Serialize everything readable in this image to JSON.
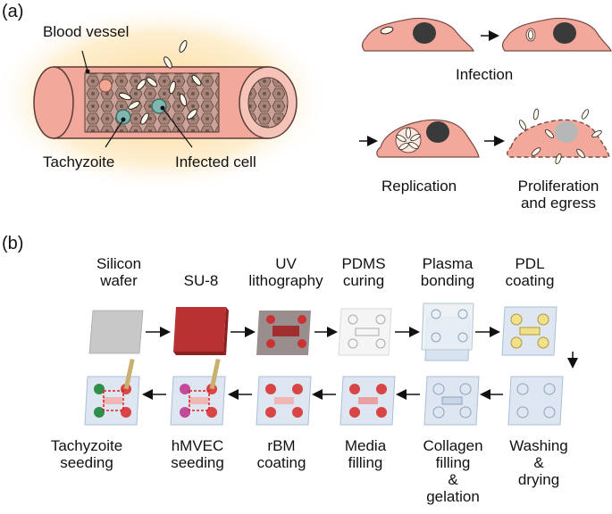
{
  "panel_a": {
    "tag": "(a)",
    "labels": {
      "blood_vessel": "Blood vessel",
      "tachyzoite": "Tachyzoite",
      "infected_cell": "Infected cell",
      "infection": "Infection",
      "replication": "Replication",
      "proliferation_line1": "Proliferation",
      "proliferation_line2": "and egress"
    }
  },
  "panel_b": {
    "tag": "(b)",
    "top_steps": [
      {
        "line1": "Silicon",
        "line2": "wafer"
      },
      {
        "line1": "",
        "line2": "SU-8"
      },
      {
        "line1": "UV",
        "line2": "lithography"
      },
      {
        "line1": "PDMS",
        "line2": "curing"
      },
      {
        "line1": "Plasma",
        "line2": "bonding"
      },
      {
        "line1": "PDL",
        "line2": "coating"
      }
    ],
    "bottom_steps": [
      {
        "line1": "Tachyzoite",
        "line2": "seeding",
        "line3": "",
        "line4": ""
      },
      {
        "line1": "hMVEC",
        "line2": "seeding",
        "line3": "",
        "line4": ""
      },
      {
        "line1": "rBM",
        "line2": "coating",
        "line3": "",
        "line4": ""
      },
      {
        "line1": "Media",
        "line2": "filling",
        "line3": "",
        "line4": ""
      },
      {
        "line1": "Collagen",
        "line2": "filling",
        "line3": "&",
        "line4": "gelation"
      },
      {
        "line1": "Washing",
        "line2": "&",
        "line3": "drying",
        "line4": ""
      }
    ]
  },
  "colors": {
    "cell_pink": "#f2a89a",
    "cell_outline": "#7a4a44",
    "nucleus": "#3a3a3a",
    "glow": "#fde5b0",
    "wafer_grey": "#c8c8c8",
    "su8_red": "#b83232",
    "chip_blue": "#d7e3f0",
    "chip_red": "#d94545",
    "dashed_red": "#e02020"
  }
}
